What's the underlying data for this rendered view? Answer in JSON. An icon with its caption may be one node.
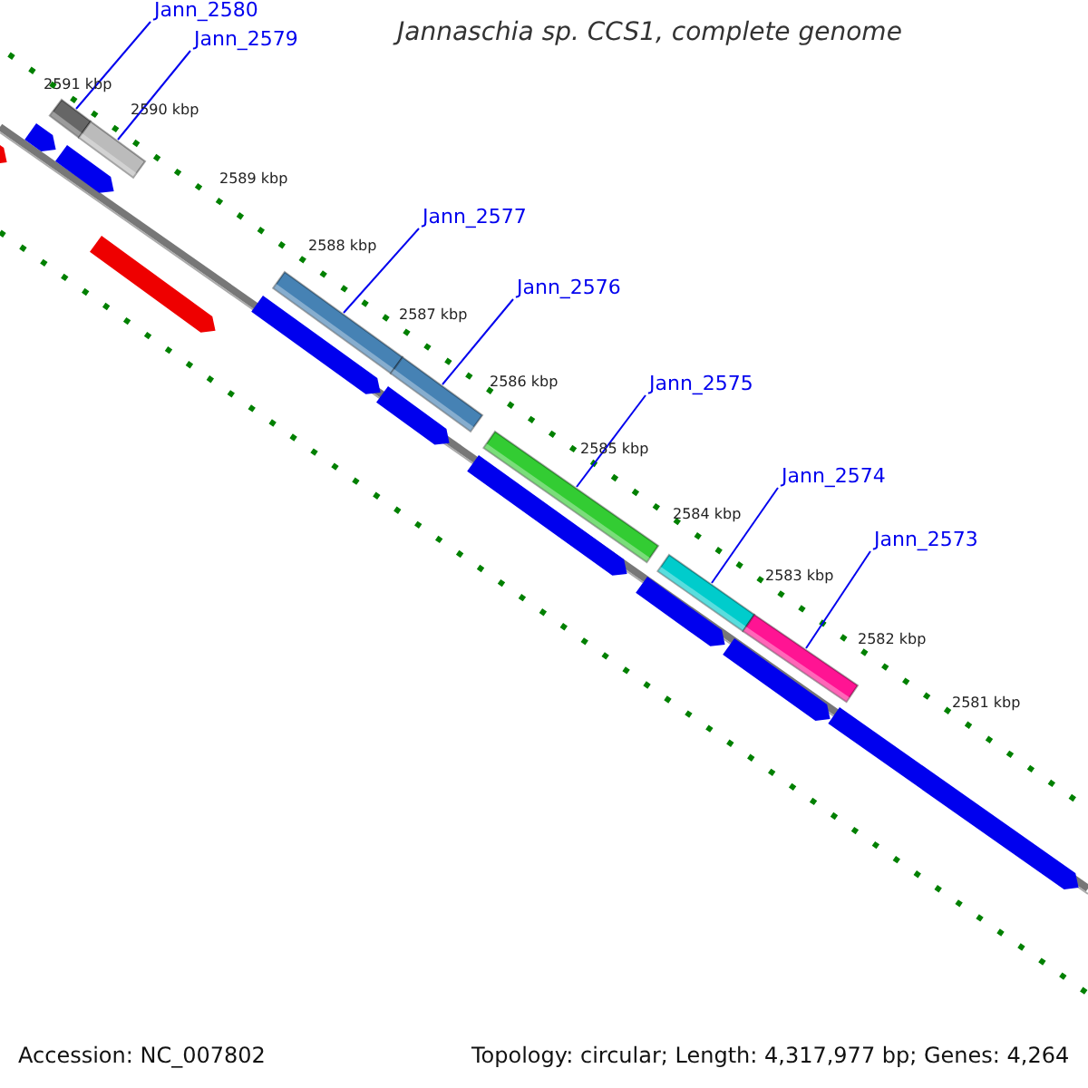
{
  "diagram": {
    "title": "Jannaschia sp. CCS1, complete genome",
    "nodes": [
      {
        "text": [
          "Jann_2580"
        ]
      },
      {
        "text": [
          "Jann_2579"
        ]
      },
      {
        "text": [
          "Jann_2577"
        ]
      },
      {
        "text": [
          "Jann_2576"
        ]
      },
      {
        "text": [
          "Jann_2575"
        ]
      },
      {
        "text": [
          "Jann_2574"
        ]
      },
      {
        "text": [
          "Jann_2573"
        ]
      },
      {
        "text": [],
        "shape": "bar"
      },
      {
        "text": [],
        "shape": "bar"
      },
      {
        "text": [],
        "shape": "bar"
      },
      {
        "text": [],
        "shape": "bar"
      },
      {
        "text": [],
        "shape": "bar"
      },
      {
        "text": [],
        "shape": "bar"
      },
      {
        "text": [],
        "shape": "bar"
      },
      {
        "text": [],
        "shape": "bar"
      },
      {
        "text": [],
        "shape": "bar"
      },
      {
        "text": [],
        "shape": "bar"
      },
      {
        "text": [],
        "shape": "bar"
      },
      {
        "text": [],
        "shape": "bar"
      },
      {
        "text": [],
        "shape": "bar"
      },
      {
        "text": [],
        "shape": "bar"
      },
      {
        "text": [],
        "shape": "bar"
      },
      {
        "text": [],
        "shape": "bar"
      },
      {
        "text": [],
        "shape": "bar"
      }
    ],
    "edges": [
      {
        "from": 0,
        "to": 7,
        "arrow": "none"
      },
      {
        "from": 1,
        "to": 8,
        "arrow": "none"
      },
      {
        "from": 2,
        "to": 9,
        "arrow": "none"
      },
      {
        "from": 3,
        "to": 10,
        "arrow": "none"
      },
      {
        "from": 4,
        "to": 11,
        "arrow": "none"
      },
      {
        "from": 5,
        "to": 12,
        "arrow": "none"
      },
      {
        "from": 6,
        "to": 13,
        "arrow": "none"
      }
    ],
    "labels": [
      "2591 kbp",
      "2590 kbp",
      "2589 kbp",
      "2588 kbp",
      "2587 kbp",
      "2586 kbp",
      "2585 kbp",
      "2584 kbp",
      "2583 kbp",
      "2582 kbp",
      "2581 kbp",
      "Accession: NC_007802",
      "Topology: circular; Length: 4,317,977 bp; Genes: 4,264"
    ]
  }
}
